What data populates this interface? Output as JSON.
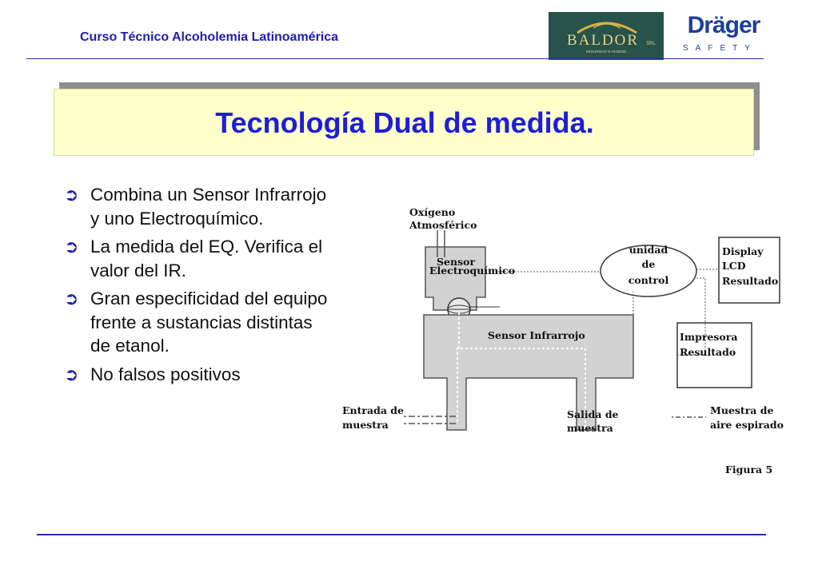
{
  "header": {
    "course_title": "Curso Técnico Alcoholemia Latinoamérica",
    "baldor_logo": {
      "name": "BALDOR",
      "suffix": "SRL",
      "tagline": "SEGURIDAD E HIGIENE",
      "bg_color": "#27534a",
      "accent": "#d4b24a"
    },
    "drager_logo": {
      "name": "Dräger",
      "sub": "SAFETY",
      "color": "#1b3f9e"
    }
  },
  "slide": {
    "title": "Tecnología Dual de medida.",
    "bullet_icon": "arrow-circle-icon",
    "bullets": [
      "Combina un Sensor Infrarrojo y uno Electroquímico.",
      "La medida del EQ. Verifica el valor del IR.",
      "Gran especificidad del equipo frente a sustancias distintas de etanol.",
      "No falsos positivos"
    ]
  },
  "figure": {
    "oxygen_label": [
      "Oxígeno",
      "Atmosférico"
    ],
    "electrochemical_label": [
      "Sensor",
      "Electroquímico"
    ],
    "control_unit_label": [
      "unidad",
      "de",
      "control"
    ],
    "display_label": [
      "Display",
      "LCD",
      "Resultado"
    ],
    "infrared_label": "Sensor Infrarrojo",
    "printer_label": [
      "Impresora",
      "Resultado"
    ],
    "inlet_label": [
      "Entrada de",
      "muestra"
    ],
    "outlet_label": [
      "Salida de",
      "muestra"
    ],
    "breath_label": [
      "Muestra de",
      "aire espirado"
    ],
    "caption": "Figura 5"
  }
}
